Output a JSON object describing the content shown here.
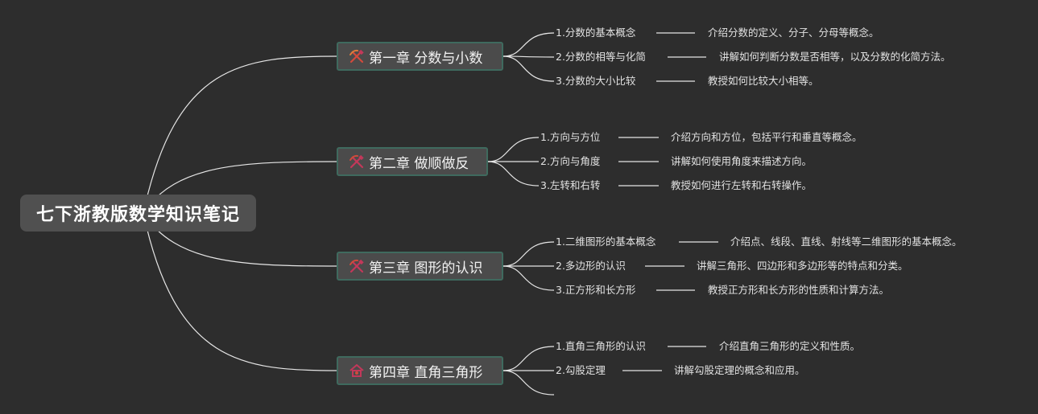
{
  "root": {
    "title": "七下浙教版数学知识笔记"
  },
  "chapters": [
    {
      "title": "第一章 分数与小数",
      "icon": "pick-hammer-icon",
      "items": [
        {
          "title": "1.分数的基本概念",
          "desc": "介绍分数的定义、分子、分母等概念。"
        },
        {
          "title": "2.分数的相等与化简",
          "desc": "讲解如何判断分数是否相等，以及分数的化简方法。"
        },
        {
          "title": "3.分数的大小比较",
          "desc": "教授如何比较大小相等。"
        }
      ]
    },
    {
      "title": "第二章 做顺做反",
      "icon": "pick-hammer-icon",
      "items": [
        {
          "title": "1.方向与方位",
          "desc": "介绍方向和方位，包括平行和垂直等概念。"
        },
        {
          "title": "2.方向与角度",
          "desc": "讲解如何使用角度来描述方向。"
        },
        {
          "title": "3.左转和右转",
          "desc": "教授如何进行左转和右转操作。"
        }
      ]
    },
    {
      "title": "第三章 图形的认识",
      "icon": "pick-hammer-icon",
      "items": [
        {
          "title": "1.二维图形的基本概念",
          "desc": "介绍点、线段、直线、射线等二维图形的基本概念。"
        },
        {
          "title": "2.多边形的认识",
          "desc": "讲解三角形、四边形和多边形等的特点和分类。"
        },
        {
          "title": "3.正方形和长方形",
          "desc": "教授正方形和长方形的性质和计算方法。"
        }
      ]
    },
    {
      "title": "第四章 直角三角形",
      "icon": "house-icon",
      "items": [
        {
          "title": "1.直角三角形的认识",
          "desc": "介绍直角三角形的定义和性质。"
        },
        {
          "title": "2.勾股定理",
          "desc": "讲解勾股定理的概念和应用。"
        },
        {
          "title": "",
          "desc": ""
        }
      ]
    }
  ],
  "colors": {
    "background": "#2d2d2d",
    "root_fill": "#505050",
    "chapter_fill": "#4b4b4b",
    "chapter_border": "#3f6a5e",
    "line": "#e6e6e6",
    "text": "#e2e2e2",
    "icon_red": "#d24a3c",
    "icon_pink": "#c2385a"
  }
}
